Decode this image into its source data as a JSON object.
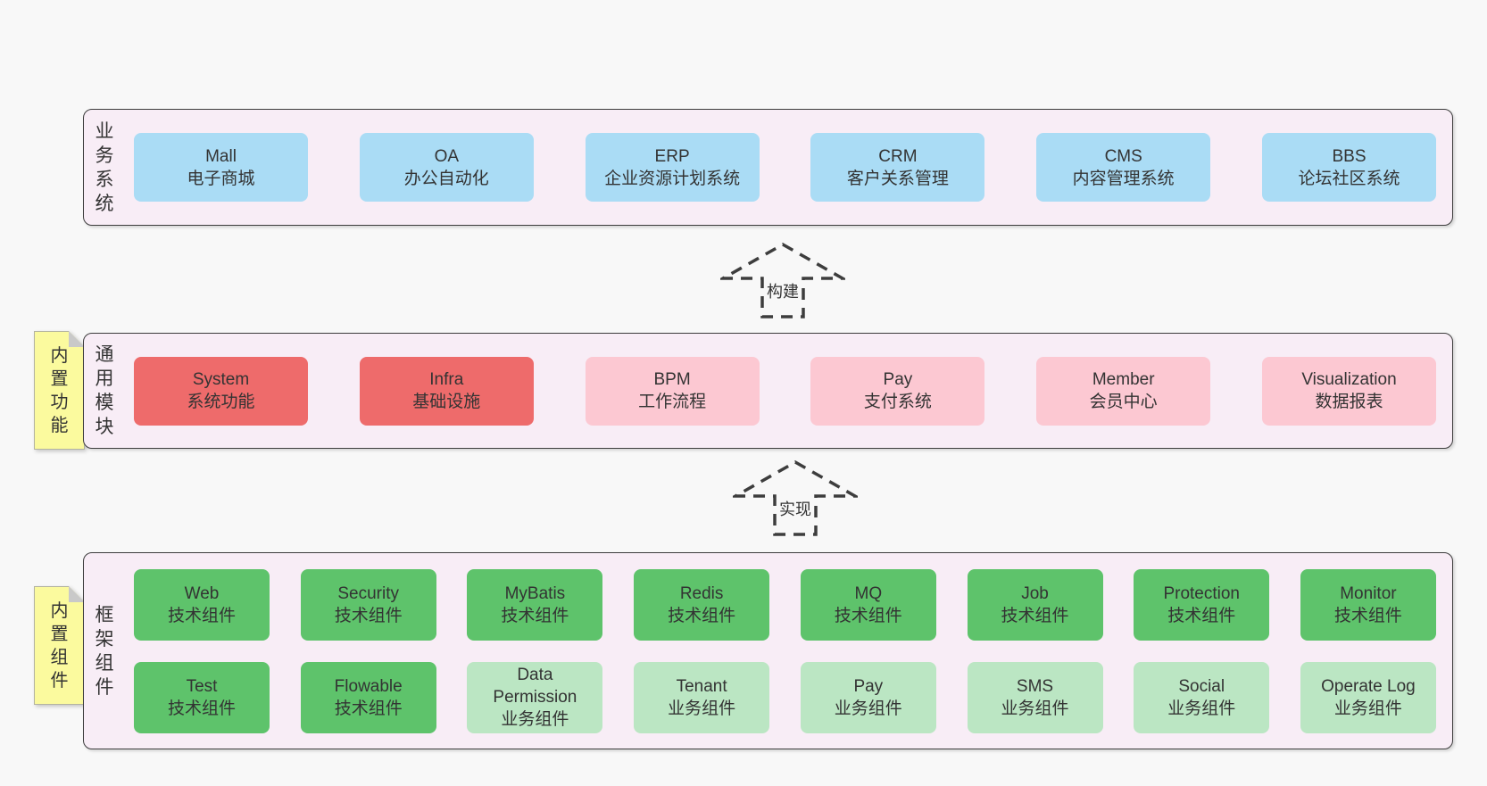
{
  "colors": {
    "page_bg": "#f8f8f8",
    "section_bg": "#f8edf6",
    "border": "#3d3d3d",
    "text": "#333333",
    "blue": "#aadcf5",
    "red": "#ee6b6b",
    "pink": "#fcc8d2",
    "green_dark": "#5ec36b",
    "green_light": "#bbe6c3",
    "tab_yellow": "#fbfa9e",
    "fold_gray": "#c9c9c9"
  },
  "arrows": [
    {
      "label": "构建"
    },
    {
      "label": "实现"
    }
  ],
  "sections": [
    {
      "label": "业务系统",
      "boxes": [
        {
          "title": "Mall",
          "subtitle": "电子商城",
          "color": "blue"
        },
        {
          "title": "OA",
          "subtitle": "办公自动化",
          "color": "blue"
        },
        {
          "title": "ERP",
          "subtitle": "企业资源计划系统",
          "color": "blue"
        },
        {
          "title": "CRM",
          "subtitle": "客户关系管理",
          "color": "blue"
        },
        {
          "title": "CMS",
          "subtitle": "内容管理系统",
          "color": "blue"
        },
        {
          "title": "BBS",
          "subtitle": "论坛社区系统",
          "color": "blue"
        }
      ]
    },
    {
      "label": "通用模块",
      "tab": "内置功能",
      "boxes": [
        {
          "title": "System",
          "subtitle": "系统功能",
          "color": "red"
        },
        {
          "title": "Infra",
          "subtitle": "基础设施",
          "color": "red"
        },
        {
          "title": "BPM",
          "subtitle": "工作流程",
          "color": "pink"
        },
        {
          "title": "Pay",
          "subtitle": "支付系统",
          "color": "pink"
        },
        {
          "title": "Member",
          "subtitle": "会员中心",
          "color": "pink"
        },
        {
          "title": "Visualization",
          "subtitle": "数据报表",
          "color": "pink"
        }
      ]
    },
    {
      "label": "框架组件",
      "tab": "内置组件",
      "rows": [
        {
          "boxes": [
            {
              "title": "Web",
              "subtitle": "技术组件",
              "color": "green-dark"
            },
            {
              "title": "Security",
              "subtitle": "技术组件",
              "color": "green-dark"
            },
            {
              "title": "MyBatis",
              "subtitle": "技术组件",
              "color": "green-dark"
            },
            {
              "title": "Redis",
              "subtitle": "技术组件",
              "color": "green-dark"
            },
            {
              "title": "MQ",
              "subtitle": "技术组件",
              "color": "green-dark"
            },
            {
              "title": "Job",
              "subtitle": "技术组件",
              "color": "green-dark"
            },
            {
              "title": "Protection",
              "subtitle": "技术组件",
              "color": "green-dark"
            },
            {
              "title": "Monitor",
              "subtitle": "技术组件",
              "color": "green-dark"
            }
          ]
        },
        {
          "boxes": [
            {
              "title": "Test",
              "subtitle": "技术组件",
              "color": "green-dark"
            },
            {
              "title": "Flowable",
              "subtitle": "技术组件",
              "color": "green-dark"
            },
            {
              "title": "Data Permission",
              "subtitle": "业务组件",
              "color": "green-light"
            },
            {
              "title": "Tenant",
              "subtitle": "业务组件",
              "color": "green-light"
            },
            {
              "title": "Pay",
              "subtitle": "业务组件",
              "color": "green-light"
            },
            {
              "title": "SMS",
              "subtitle": "业务组件",
              "color": "green-light"
            },
            {
              "title": "Social",
              "subtitle": "业务组件",
              "color": "green-light"
            },
            {
              "title": "Operate Log",
              "subtitle": "业务组件",
              "color": "green-light"
            }
          ]
        }
      ]
    }
  ]
}
